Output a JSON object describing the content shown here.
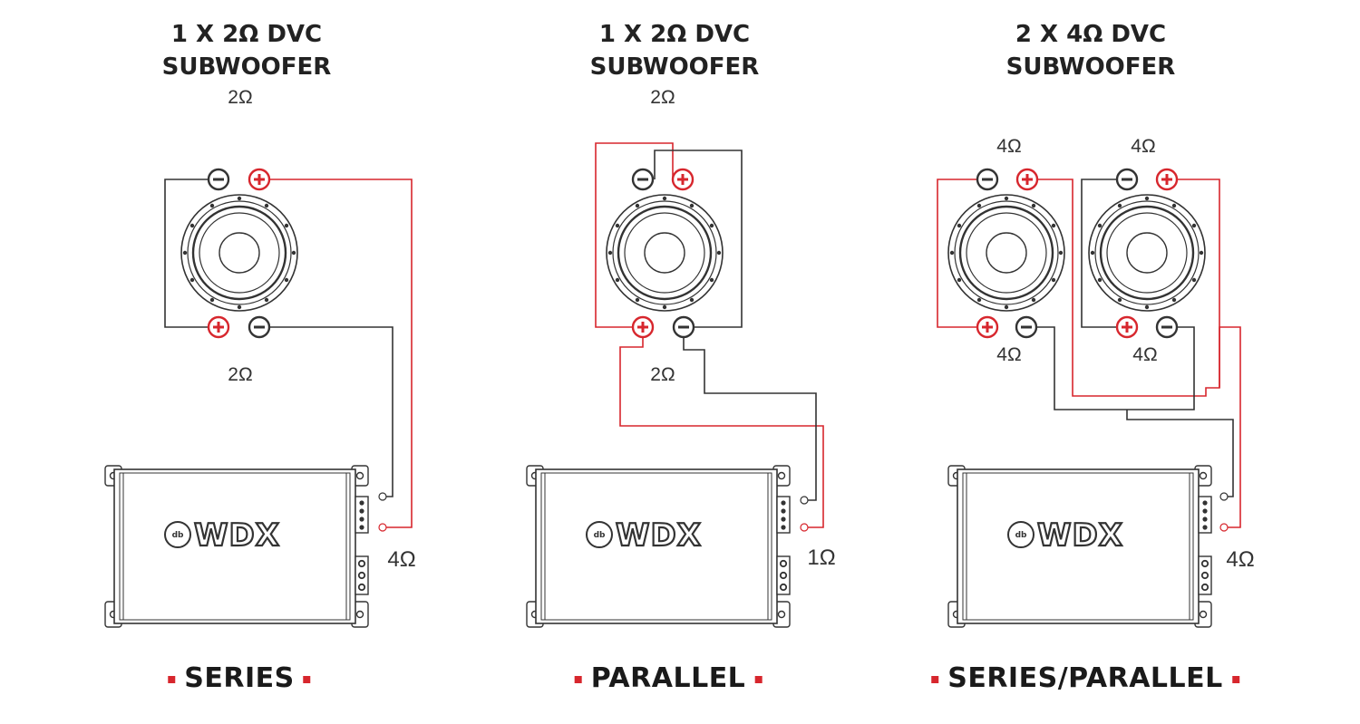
{
  "panels": [
    {
      "title_line1": "1 X 2Ω DVC",
      "title_line2": "SUBWOOFER",
      "ohms": [
        "2Ω",
        "2Ω"
      ],
      "amp_load": "4Ω",
      "label": "SERIES"
    },
    {
      "title_line1": "1 X 2Ω DVC",
      "title_line2": "SUBWOOFER",
      "ohms": [
        "2Ω",
        "2Ω"
      ],
      "amp_load": "1Ω",
      "label": "PARALLEL"
    },
    {
      "title_line1": "2 X 4Ω DVC",
      "title_line2": "SUBWOOFER",
      "ohms": [
        "4Ω",
        "4Ω",
        "4Ω",
        "4Ω"
      ],
      "amp_load": "4Ω",
      "label": "SERIES/PARALLEL"
    }
  ],
  "amplifier_brand": "WDX",
  "amplifier_logo": "db",
  "icons": {
    "positive": "plus-terminal-icon",
    "negative": "minus-terminal-icon"
  },
  "colors": {
    "positive_wire": "#d7262d",
    "negative_wire": "#333333",
    "accent": "#d7262d"
  }
}
